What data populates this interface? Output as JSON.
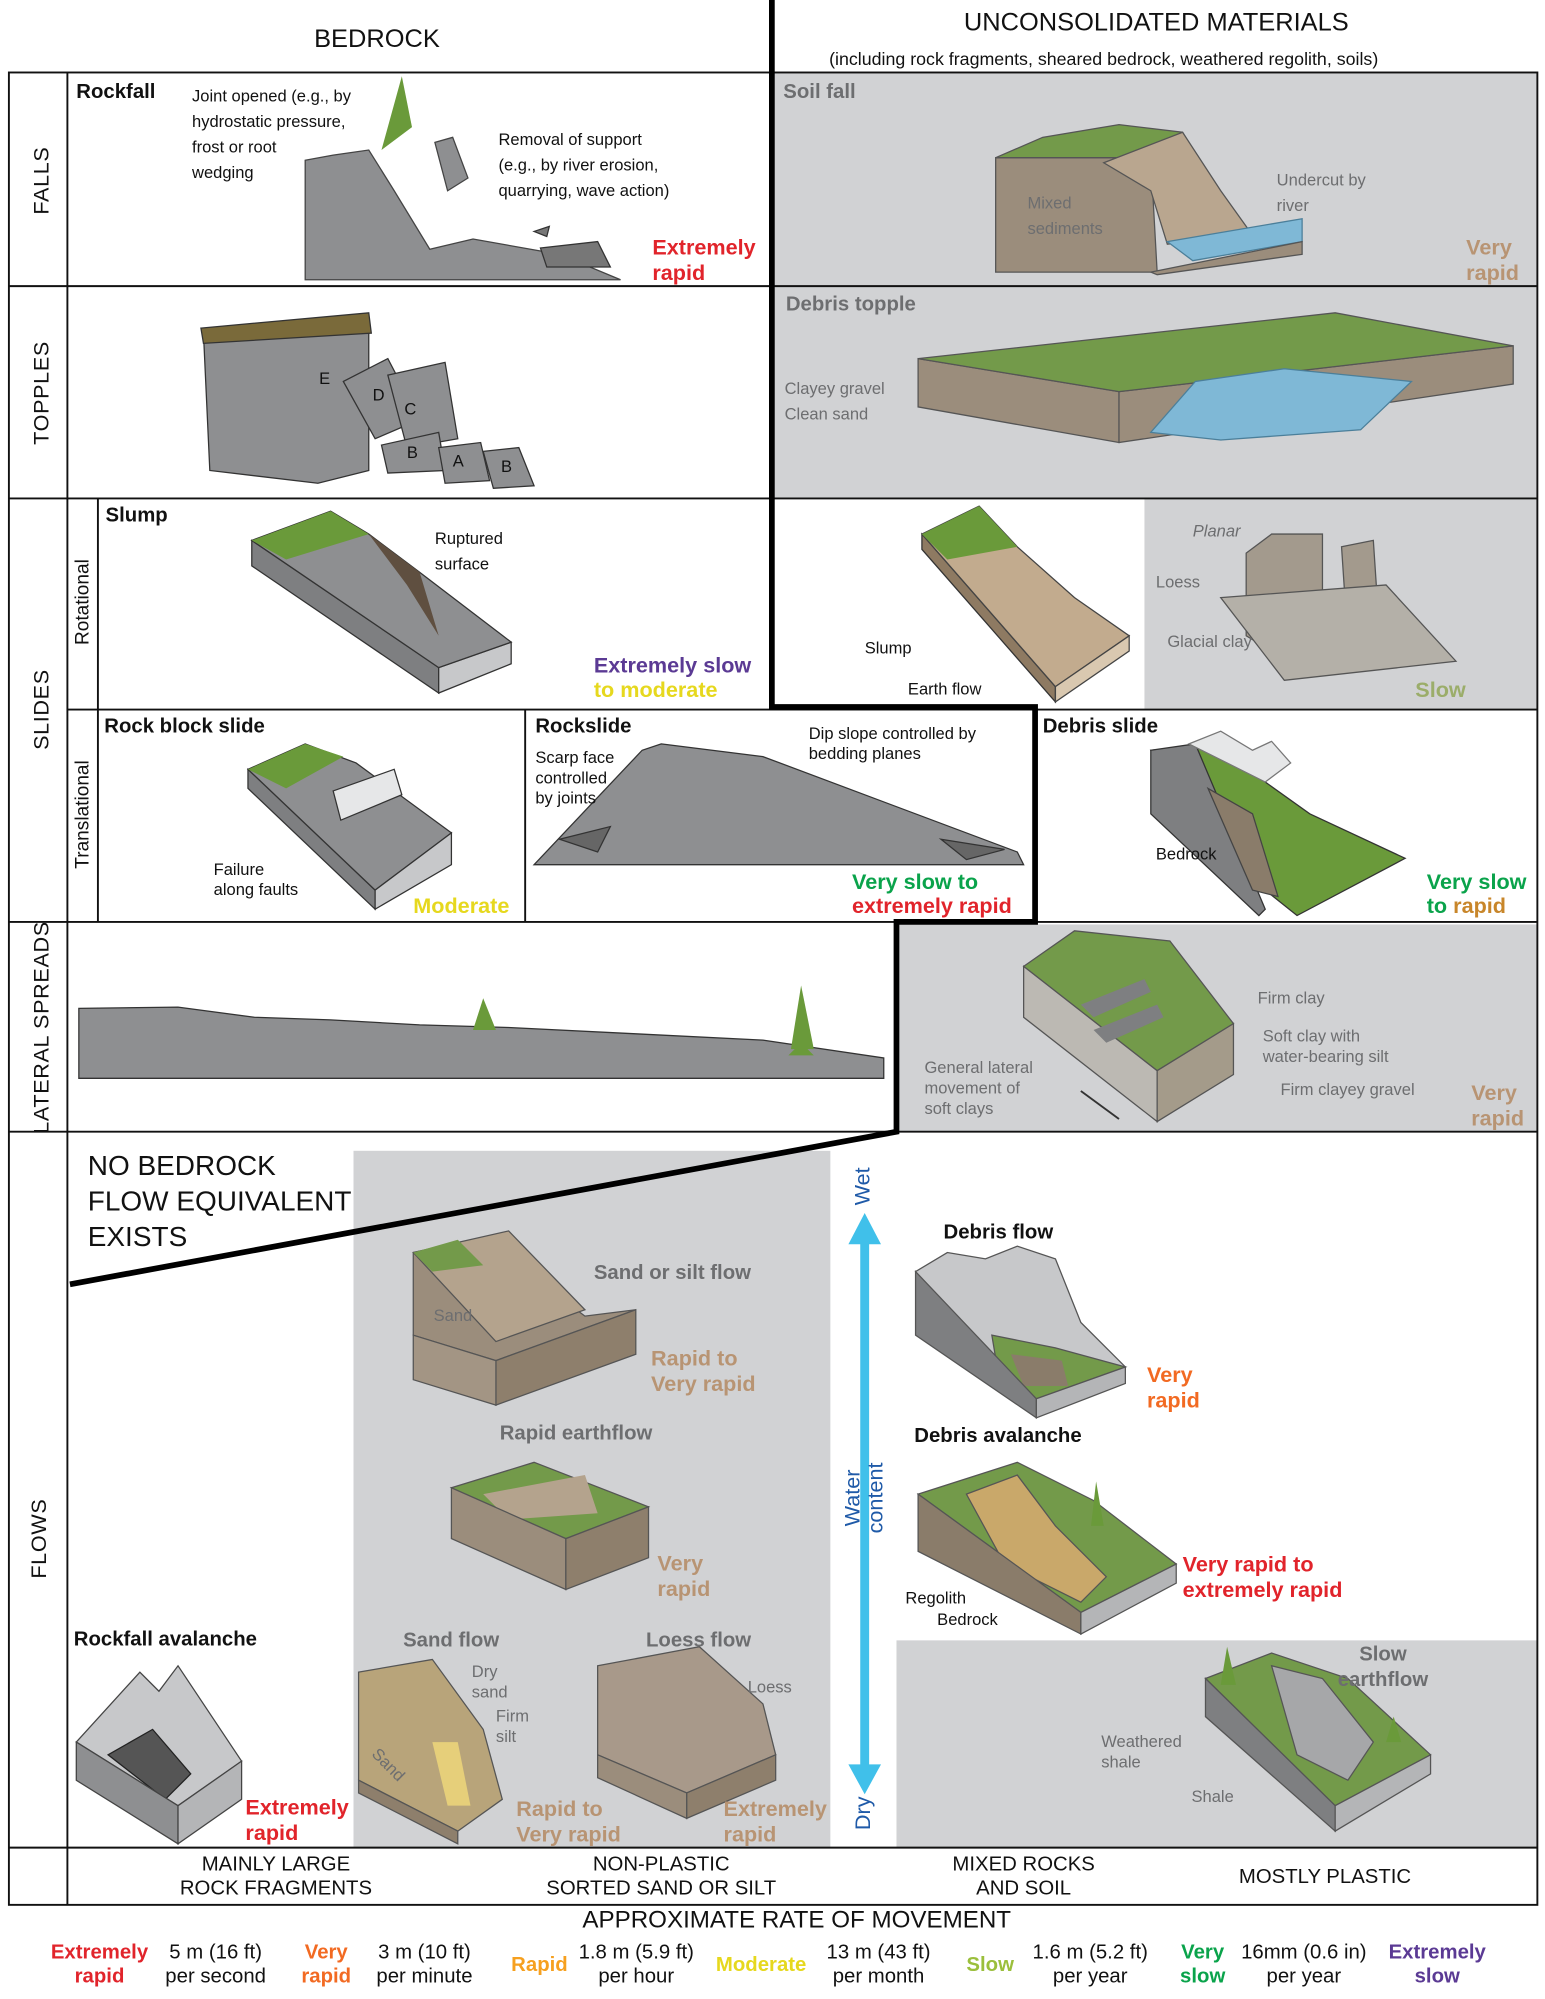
{
  "header": {
    "bedrock": "BEDROCK",
    "unconsolidated": "UNCONSOLIDATED MATERIALS",
    "unconsolidated_sub": "(including rock fragments, sheared bedrock, weathered regolith, soils)"
  },
  "rows": {
    "falls": "FALLS",
    "topples": "TOPPLES",
    "slides": "SLIDES",
    "rotational": "Rotational",
    "translational": "Translational",
    "lateral_spreads": "LATERAL SPREADS",
    "flows": "FLOWS"
  },
  "rockfall": {
    "title": "Rockfall",
    "joint_note": "Joint opened (e.g., by\nhydrostatic pressure,\nfrost or root\nwedging",
    "removal_note": "Removal of support\n(e.g., by river erosion,\nquarrying, wave action)",
    "rate": "Extremely\nrapid"
  },
  "soil_fall": {
    "title": "Soil fall",
    "mixed": "Mixed\nsediments",
    "undercut": "Undercut by\nriver",
    "rate": "Very\nrapid"
  },
  "topples": {
    "letters": [
      "E",
      "D",
      "C",
      "B",
      "A",
      "B"
    ]
  },
  "debris_topple": {
    "title": "Debris topple",
    "clayey_gravel": "Clayey gravel",
    "clean_sand": "Clean sand"
  },
  "slump": {
    "title": "Slump",
    "ruptured": "Ruptured\nsurface",
    "rate_a": "Extremely slow",
    "rate_b": "to moderate"
  },
  "earth_slump": {
    "slump": "Slump",
    "earth_flow": "Earth flow"
  },
  "planar": {
    "title": "Planar",
    "loess": "Loess",
    "glacial_clay": "Glacial clay",
    "rate": "Slow"
  },
  "rock_block": {
    "title": "Rock block slide",
    "failure": "Failure\nalong faults",
    "rate": "Moderate"
  },
  "rockslide": {
    "title": "Rockslide",
    "scarp": "Scarp face\ncontrolled\nby joints",
    "dip": "Dip slope controlled by\nbedding planes",
    "rate_a": "Very slow to",
    "rate_b": "extremely rapid"
  },
  "debris_slide": {
    "title": "Debris slide",
    "bedrock": "Bedrock",
    "rate_a": "Very slow",
    "rate_b": "to rapid"
  },
  "lateral_spread": {
    "firm_clay": "Firm clay",
    "soft_clay": "Soft clay with\nwater-bearing silt",
    "firm_gravel": "Firm clayey gravel",
    "general": "General lateral\nmovement of\nsoft clays",
    "rate": "Very\nrapid"
  },
  "flows": {
    "no_bedrock": "NO BEDROCK\nFLOW EQUIVALENT\nEXISTS",
    "sand_silt": {
      "title": "Sand or silt flow",
      "sand": "Sand",
      "rate": "Rapid to\nVery rapid"
    },
    "rapid_earthflow": {
      "title": "Rapid earthflow",
      "rate": "Very\nrapid"
    },
    "sand_flow": {
      "title": "Sand flow",
      "dry_sand": "Dry\nsand",
      "firm_silt": "Firm\nsilt",
      "sand": "Sand",
      "rate": "Rapid to\nVery rapid"
    },
    "loess_flow": {
      "title": "Loess flow",
      "loess": "Loess",
      "rate": "Extremely\nrapid"
    },
    "water": {
      "wet": "Wet",
      "dry": "Dry",
      "label": "Water\ncontent"
    },
    "debris_flow": {
      "title": "Debris flow",
      "rate": "Very\nrapid"
    },
    "debris_avalanche": {
      "title": "Debris avalanche",
      "regolith": "Regolith",
      "bedrock": "Bedrock",
      "rate": "Very rapid to\nextremely rapid"
    },
    "slow_earthflow": {
      "title": "Slow\nearthflow",
      "weathered": "Weathered\nshale",
      "shale": "Shale"
    },
    "rockfall_avalanche": {
      "title": "Rockfall avalanche",
      "rate": "Extremely\nrapid"
    }
  },
  "columns": [
    "MAINLY LARGE\nROCK FRAGMENTS",
    "NON-PLASTIC\nSORTED SAND OR SILT",
    "MIXED ROCKS\nAND SOIL",
    "MOSTLY PLASTIC"
  ],
  "legend": {
    "title": "APPROXIMATE RATE OF MOVEMENT",
    "items": [
      {
        "rate": "Extremely\nrapid",
        "value": "5 m (16 ft)\nper second",
        "color": "#e1242b"
      },
      {
        "rate": "Very\nrapid",
        "value": "3 m (10 ft)\nper minute",
        "color": "#f26a22"
      },
      {
        "rate": "Rapid",
        "value": "1.8 m (5.9 ft)\nper hour",
        "color": "#f6a01f"
      },
      {
        "rate": "Moderate",
        "value": "13 m (43 ft)\nper month",
        "color": "#e6d81e"
      },
      {
        "rate": "Slow",
        "value": "1.6 m (5.2 ft)\nper year",
        "color": "#9bbf3c"
      },
      {
        "rate": "Very\nslow",
        "value": "16mm (0.6 in)\nper year",
        "color": "#0aa34b"
      },
      {
        "rate": "Extremely\nslow",
        "color": "#5b3a94"
      }
    ]
  }
}
